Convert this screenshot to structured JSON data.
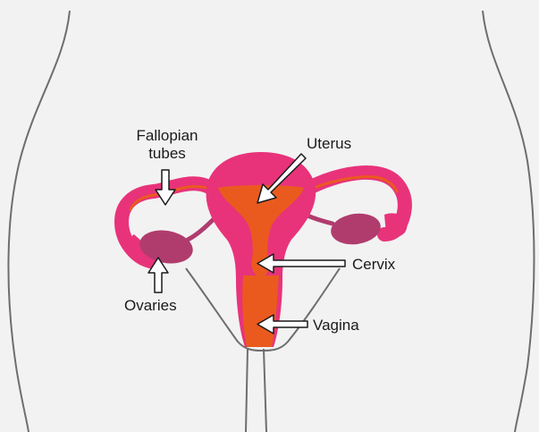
{
  "labels": {
    "fallopian_tubes": "Fallopian tubes",
    "uterus": "Uterus",
    "cervix": "Cervix",
    "ovaries": "Ovaries",
    "vagina": "Vagina"
  },
  "colors": {
    "background": "#f2f2f2",
    "body_outline": "#6e6e6e",
    "uterus_pink": "#e8337a",
    "inner_orange": "#ea5a1f",
    "ovary_purple": "#b03c6e",
    "arrow_fill": "#ffffff",
    "arrow_stroke": "#1a1a1a"
  }
}
